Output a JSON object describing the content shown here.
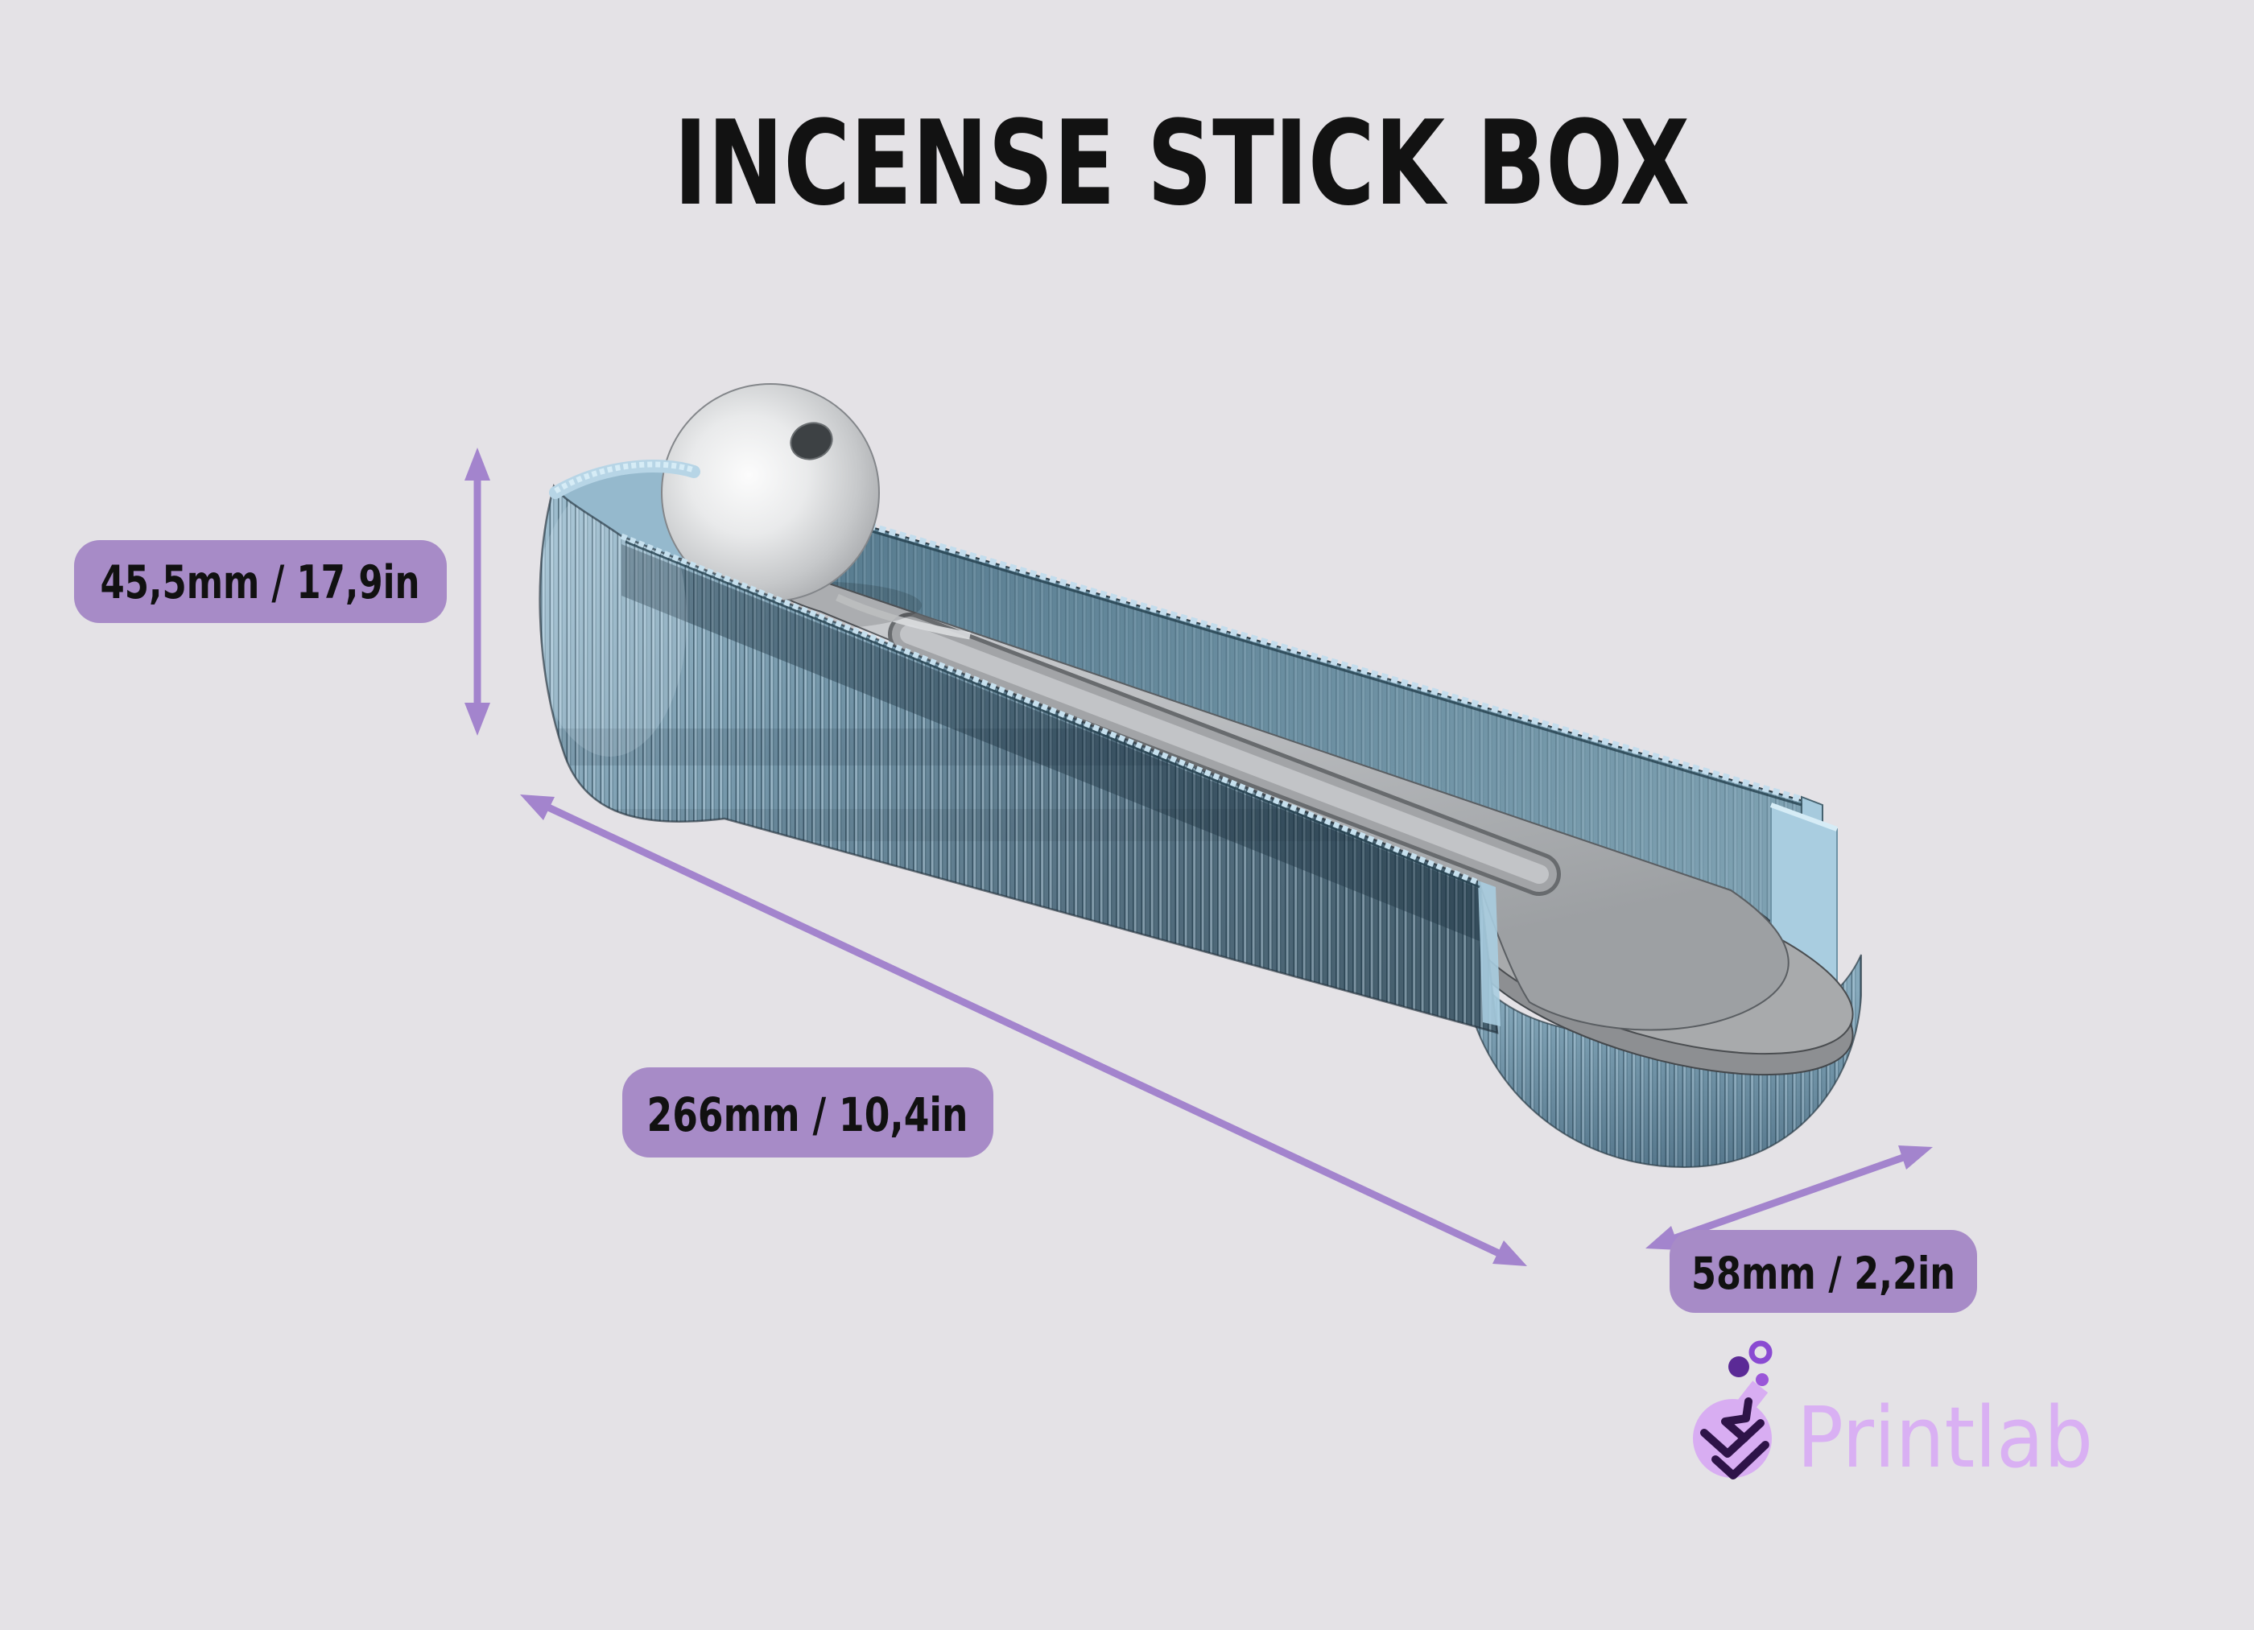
{
  "title": "INCENSE STICK BOX",
  "dimensions": {
    "height": {
      "label": "45,5mm / 17,9in",
      "orientation": "vertical"
    },
    "length": {
      "label": "266mm / 10,4in",
      "orientation": "diagonal"
    },
    "width": {
      "label": "58mm / 2,2in",
      "orientation": "diagonal"
    }
  },
  "brand": {
    "name": "Printlab"
  },
  "render": {
    "subject": "incense stick box",
    "style": "3d-cad-render"
  },
  "colors": {
    "background": "#e4e2e6",
    "badge": "#a78bc7",
    "badge_text": "#111111",
    "arrow": "#a384cd",
    "title_text": "#121212",
    "brand_purple": "#d9b0f3",
    "brand_dark_purple": "#2e1348",
    "brand_bubble_dark": "#5b2a96",
    "brand_bubble_mid": "#9a55d8",
    "model_steel_blue": "#5a7a8e",
    "model_light_blue": "#a9cde0",
    "model_gray": "#b4b6b9",
    "sphere_gray": "#d6d7d9"
  }
}
